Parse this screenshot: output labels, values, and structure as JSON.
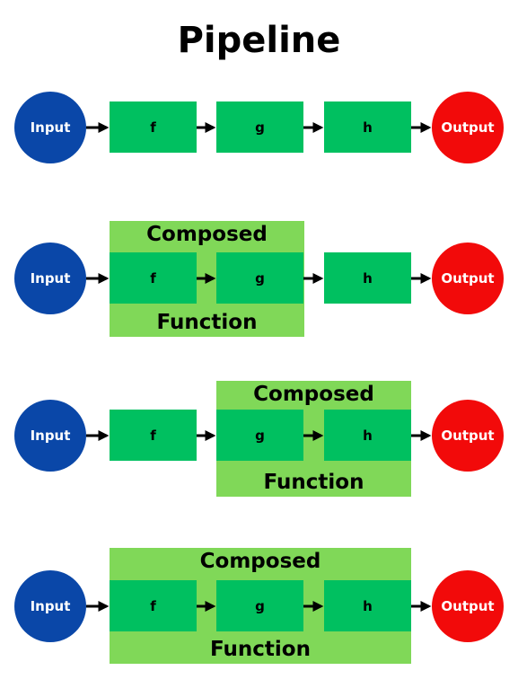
{
  "title": "Pipeline",
  "labels": {
    "input": "Input",
    "output": "Output",
    "f": "f",
    "g": "g",
    "h": "h",
    "composed_top": "Composed",
    "composed_bottom": "Function"
  },
  "colors": {
    "input": "#0a47a8",
    "output": "#f20a0a",
    "function_box": "#00c060",
    "composed_box": "#80d858",
    "arrow": "#000000"
  },
  "rows": [
    {
      "composed": []
    },
    {
      "composed": [
        "f",
        "g"
      ]
    },
    {
      "composed": [
        "g",
        "h"
      ]
    },
    {
      "composed": [
        "f",
        "g",
        "h"
      ]
    }
  ]
}
